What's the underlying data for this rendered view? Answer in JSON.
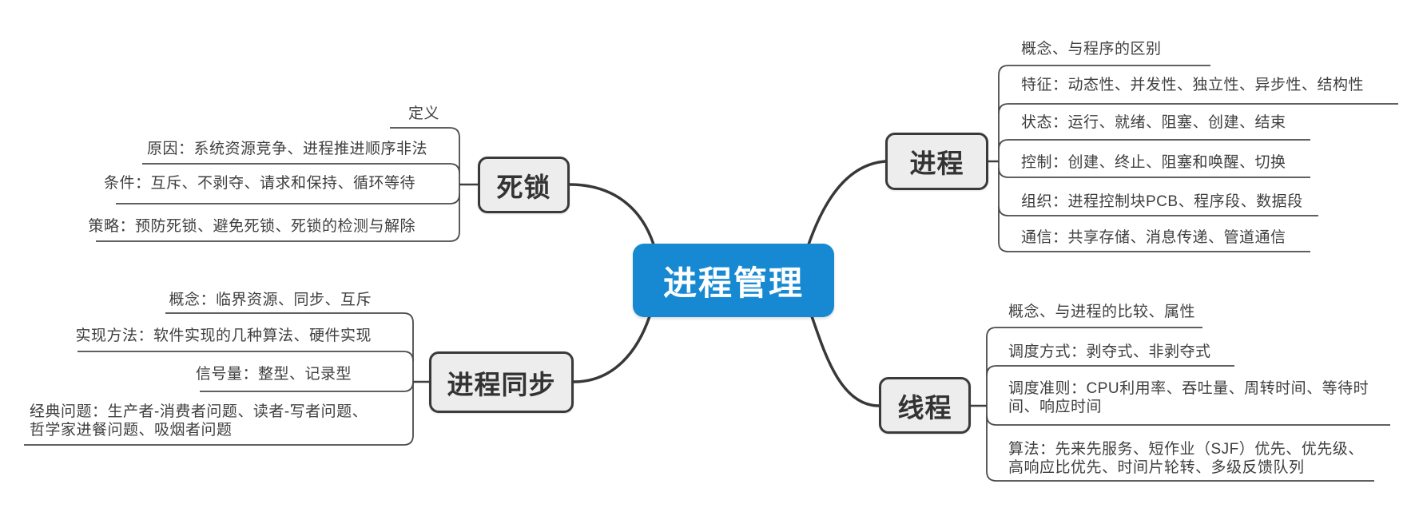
{
  "center": {
    "title": "进程管理"
  },
  "colors": {
    "center_bg": "#1689D2",
    "center_text": "#FFFFFF",
    "topic_bg": "#EDEDED",
    "topic_border": "#3A3A3A",
    "line": "#4A4A4A",
    "child_text": "#3F3F3F"
  },
  "branches": [
    {
      "label": "死锁",
      "children": [
        "定义",
        "原因：系统资源竞争、进程推进顺序非法",
        "条件：互斥、不剥夺、请求和保持、循环等待",
        "策略：预防死锁、避免死锁、死锁的检测与解除"
      ]
    },
    {
      "label": "进程同步",
      "children": [
        "概念：临界资源、同步、互斥",
        "实现方法：软件实现的几种算法、硬件实现",
        "信号量：整型、记录型",
        "经典问题：生产者-消费者问题、读者-写者问题、哲学家进餐问题、吸烟者问题"
      ]
    },
    {
      "label": "进程",
      "children": [
        "概念、与程序的区别",
        "特征：动态性、并发性、独立性、异步性、结构性",
        "状态：运行、就绪、阻塞、创建、结束",
        "控制：创建、终止、阻塞和唤醒、切换",
        "组织：进程控制块PCB、程序段、数据段",
        "通信：共享存储、消息传递、管道通信"
      ]
    },
    {
      "label": "线程",
      "children": [
        "概念、与进程的比较、属性",
        "调度方式：剥夺式、非剥夺式",
        "调度准则：CPU利用率、吞吐量、周转时间、等待时间、响应时间",
        "算法：先来先服务、短作业（SJF）优先、优先级、高响应比优先、时间片轮转、多级反馈队列"
      ]
    }
  ]
}
